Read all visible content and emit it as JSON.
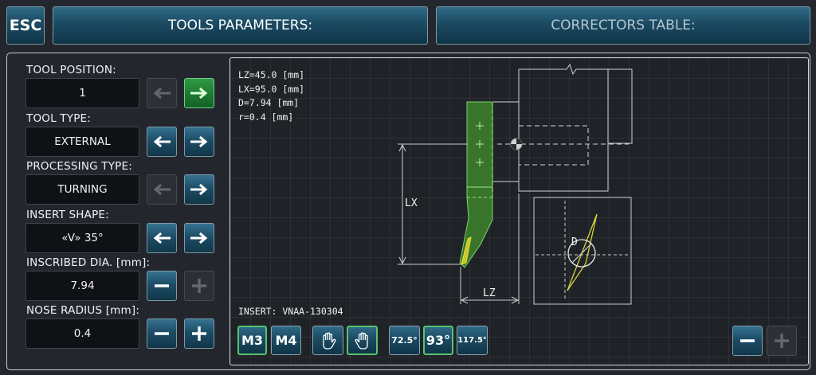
{
  "header": {
    "esc_label": "ESC",
    "tab_tools": "TOOLS PARAMETERS:",
    "tab_correctors": "CORRECTORS TABLE:"
  },
  "params": {
    "tool_position": {
      "label": "TOOL POSITION:",
      "value": "1"
    },
    "tool_type": {
      "label": "TOOL TYPE:",
      "value": "EXTERNAL"
    },
    "processing_type": {
      "label": "PROCESSING TYPE:",
      "value": "TURNING"
    },
    "insert_shape": {
      "label": "INSERT SHAPE:",
      "value": "«V» 35°"
    },
    "inscribed_dia": {
      "label": "INSCRIBED DIA. [mm]:",
      "value": "7.94"
    },
    "nose_radius": {
      "label": "NOSE RADIUS [mm]:",
      "value": "0.4"
    }
  },
  "drawing": {
    "lines": [
      "LZ=45.0 [mm]",
      "LX=95.0 [mm]",
      "D=7.94 [mm]",
      "r=0.4 [mm]"
    ],
    "lx_label": "LX",
    "lz_label": "LZ",
    "d_label": "D",
    "insert_label": "INSERT: VNAA-130304",
    "tool_color": "#3e8a2a",
    "outline_color": "#d0d4d8",
    "insert_color": "#c9c52a"
  },
  "toolbar": {
    "m3": "M3",
    "m4": "M4",
    "angle1": "72.5°",
    "angle2": "93°",
    "angle3": "117.5°"
  },
  "icons": {
    "arrow_left": "arrow-left-icon",
    "arrow_right": "arrow-right-icon",
    "minus": "minus-icon",
    "plus": "plus-icon",
    "hand": "hand-icon"
  },
  "colors": {
    "accent_blue": "#1b4a62",
    "active_green": "#1f7a33",
    "selected_border": "#56c46c"
  }
}
